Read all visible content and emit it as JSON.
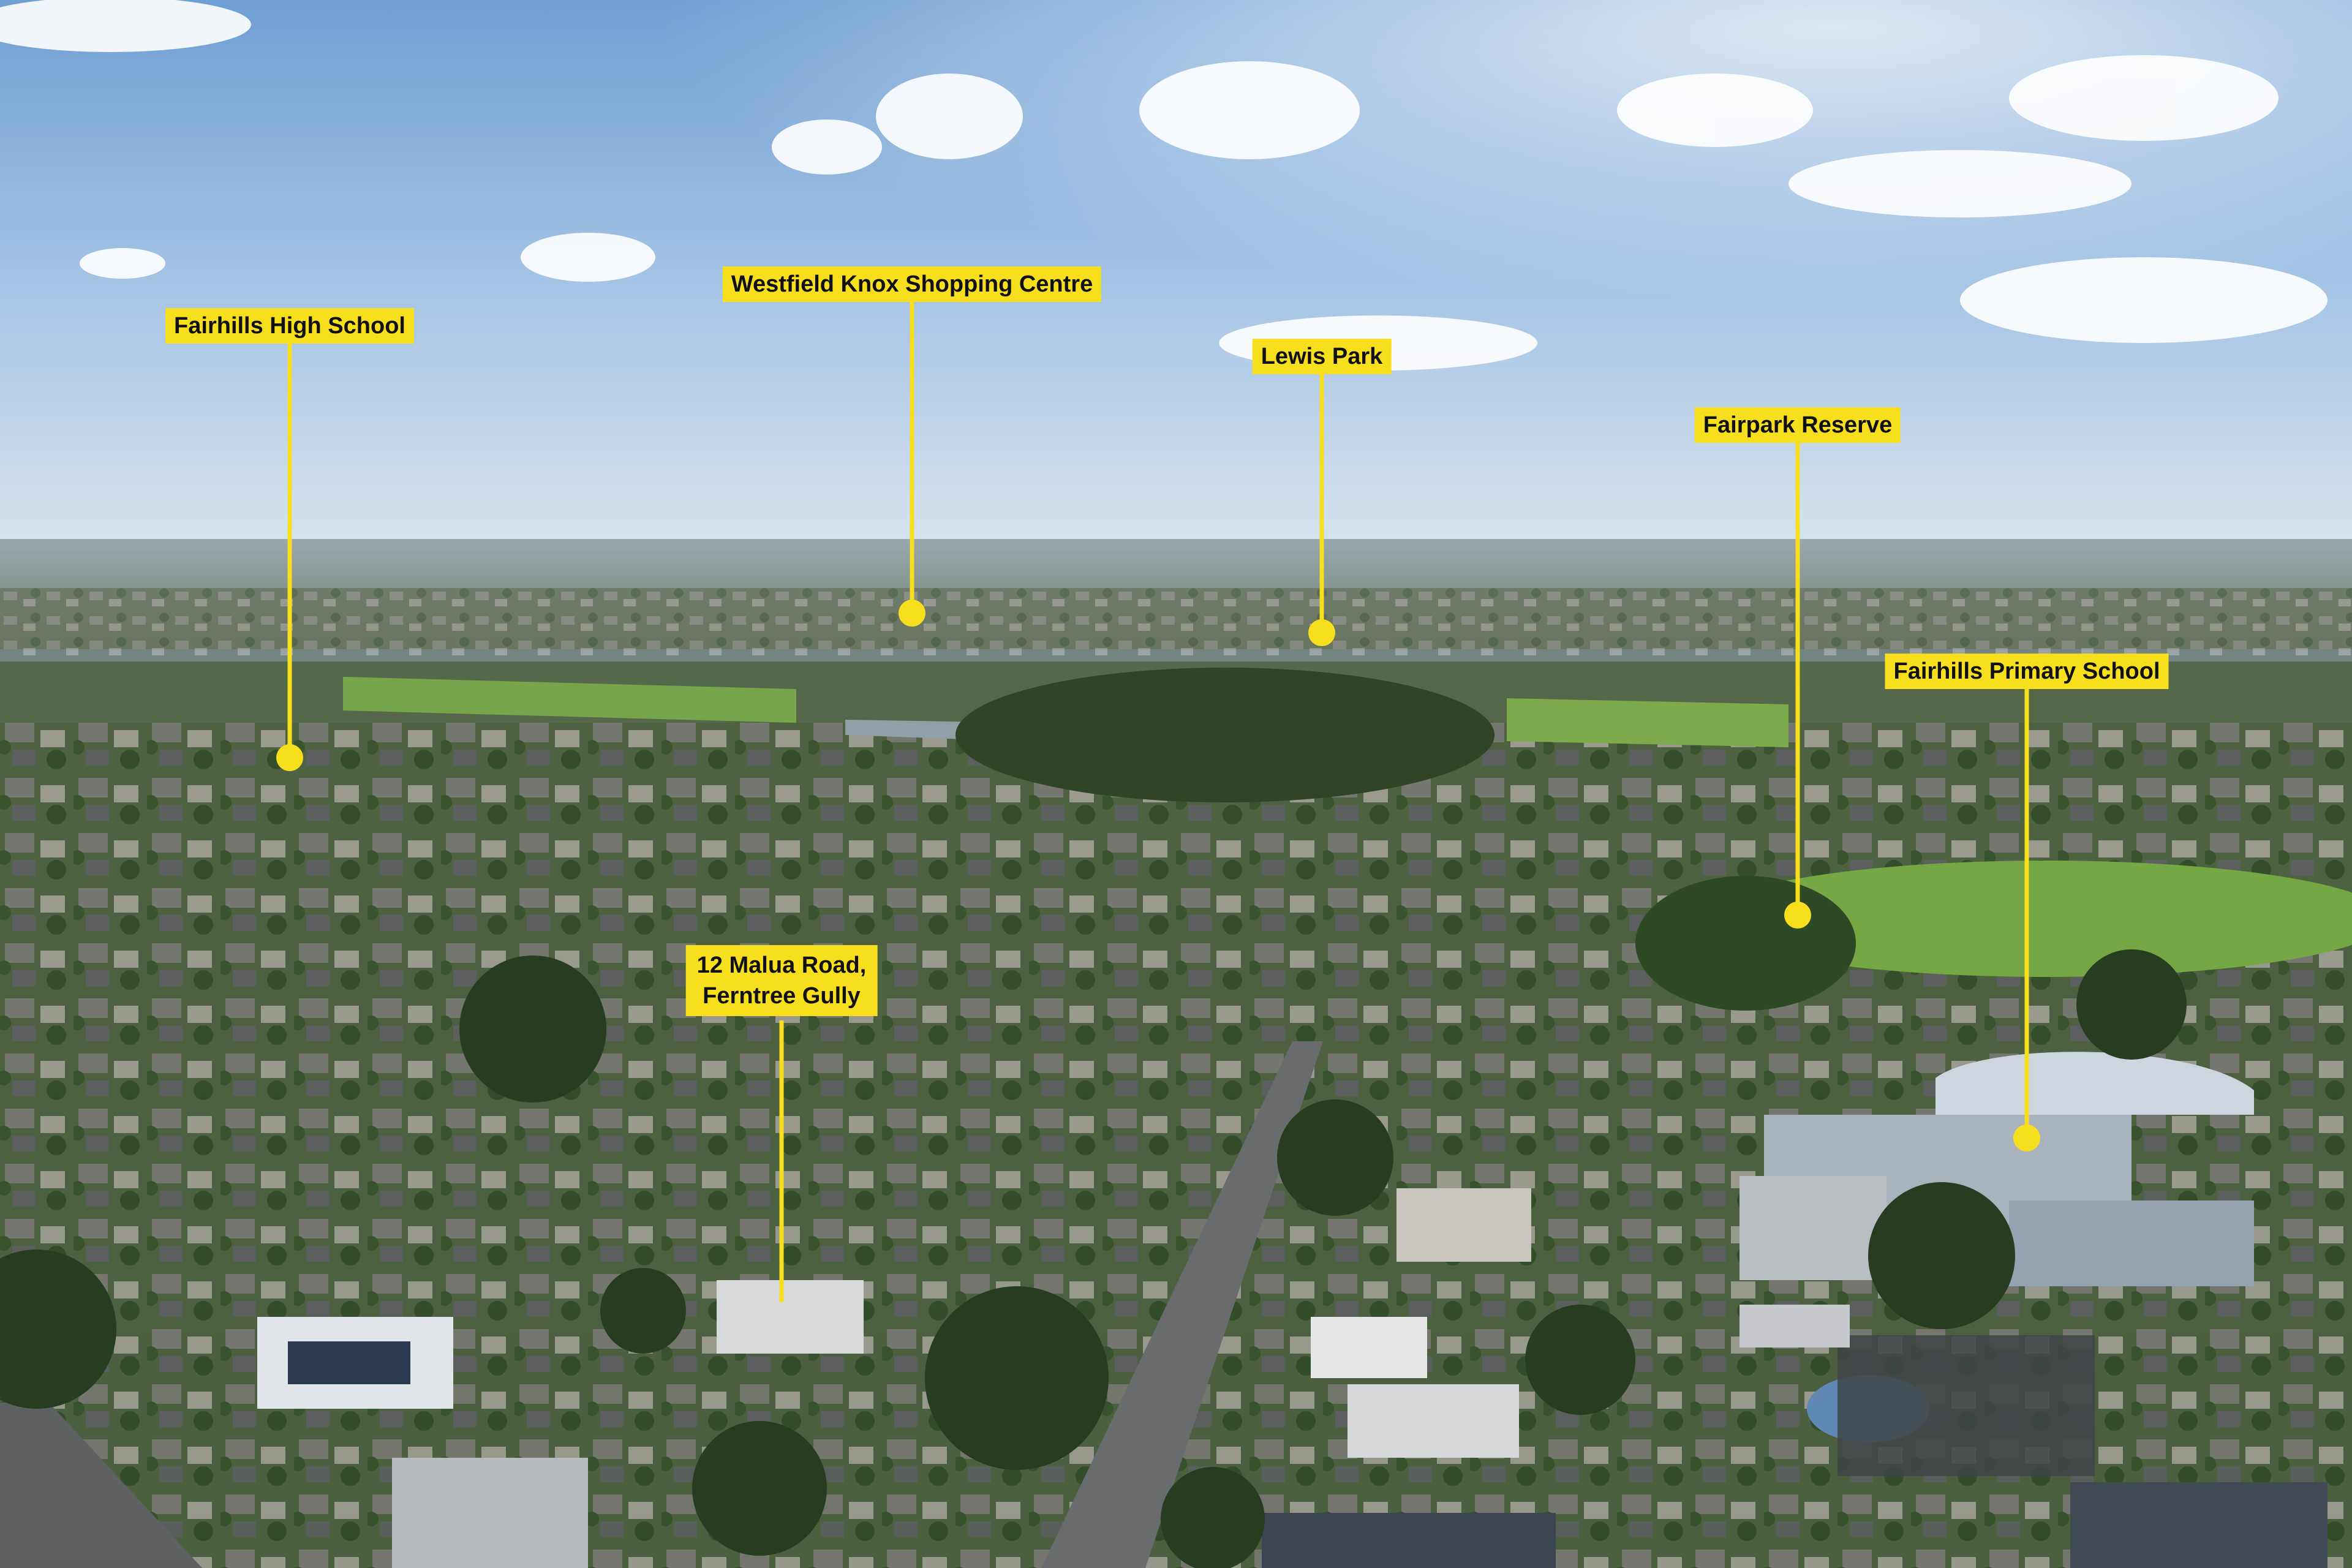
{
  "labels": {
    "fairhills_high": "Fairhills High School",
    "westfield": "Westfield Knox Shopping Centre",
    "lewis_park": "Lewis Park",
    "fairpark": "Fairpark Reserve",
    "fairhills_primary": "Fairhills Primary School",
    "property": "12 Malua Road,\nFerntree Gully"
  },
  "colors": {
    "callout": "#f7df1e",
    "label_text": "#111111"
  }
}
